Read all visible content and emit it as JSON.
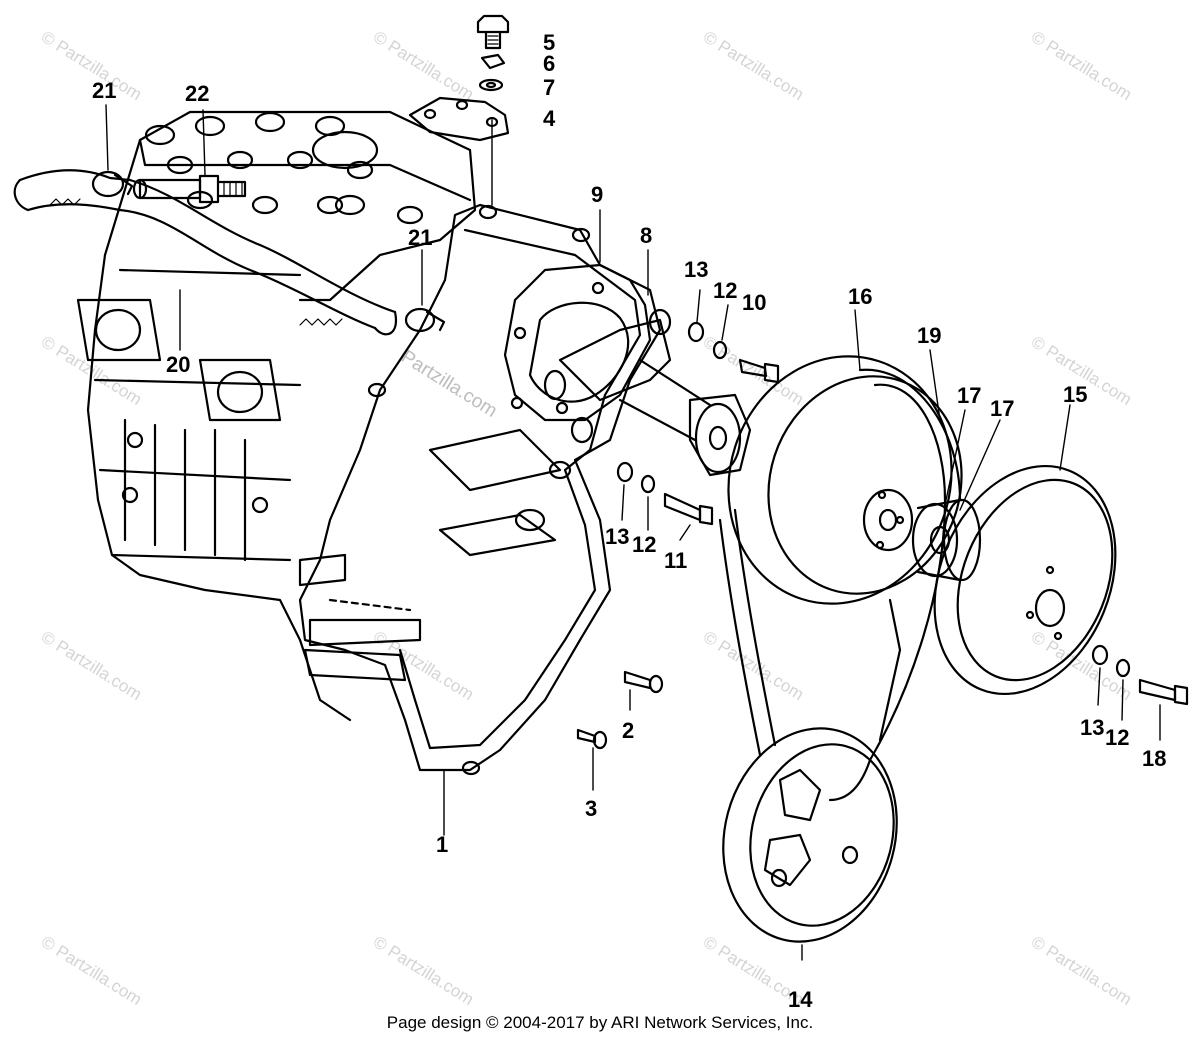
{
  "watermark": {
    "text": "© Partzilla.com",
    "center_text": "Partzilla.com"
  },
  "callouts": [
    "1",
    "2",
    "3",
    "4",
    "5",
    "6",
    "7",
    "8",
    "9",
    "10",
    "11",
    "12",
    "12",
    "12",
    "13",
    "13",
    "13",
    "14",
    "15",
    "16",
    "17",
    "17",
    "18",
    "19",
    "20",
    "21",
    "21",
    "22"
  ],
  "footer": {
    "copyright": "Page design © 2004-2017 by ARI Network Services, Inc."
  }
}
